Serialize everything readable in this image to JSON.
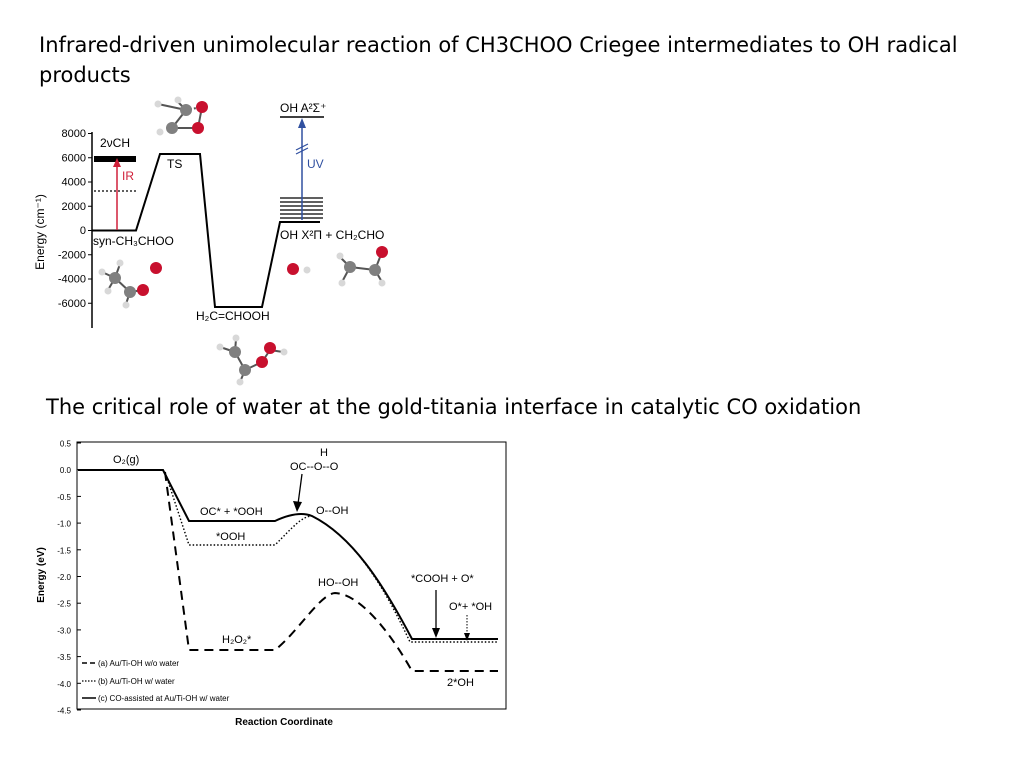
{
  "slide": {
    "title_top": "Infrared-driven unimolecular reaction of CH3CHOO Criegee intermediates to OH radical products",
    "title_bottom": "The critical role of water at the gold-titania interface in catalytic CO oxidation"
  },
  "figure_top": {
    "y_axis_label": "Energy (cm⁻¹)",
    "y_ticks": [
      "8000",
      "6000",
      "4000",
      "2000",
      "0",
      "-2000",
      "-4000",
      "-6000"
    ],
    "labels": {
      "overtone": "2νCH",
      "ir": "IR",
      "ts": "TS",
      "reactant": "syn-CH₃CHOO",
      "intermediate": "H₂C=CHOOH",
      "oh_a": "OH A²Σ⁺",
      "uv": "UV",
      "products": "OH X²Π + CH₂CHO"
    },
    "colors": {
      "ir_arrow": "#d0203a",
      "uv_arrow": "#3050a0",
      "atom_o": "#c8102e",
      "atom_c": "#808080",
      "atom_h": "#d8d8d8"
    }
  },
  "figure_bottom": {
    "y_axis_label": "Energy (eV)",
    "x_axis_label": "Reaction Coordinate",
    "y_ticks": [
      "0.5",
      "0.0",
      "-0.5",
      "-1.0",
      "-1.5",
      "-2.0",
      "-2.5",
      "-3.0",
      "-3.5",
      "-4.0",
      "-4.5"
    ],
    "annotations": {
      "o2g": "O₂(g)",
      "h": "H",
      "oc_o_o": "OC--O--O",
      "oc_ooh": "OC* + *OOH",
      "ooh": "*OOH",
      "o_oh": "O--OH",
      "ho_oh": "HO--OH",
      "h2o2": "H₂O₂*",
      "cooh_o": "*COOH + O*",
      "o_oh_star": "O*+ *OH",
      "two_oh": "2*OH"
    },
    "legend": [
      {
        "style": "dashed",
        "label": "(a) Au/Ti-OH w/o water"
      },
      {
        "style": "dotted",
        "label": "(b) Au/Ti-OH w/ water"
      },
      {
        "style": "solid",
        "label": "(c) CO-assisted at Au/Ti-OH w/ water"
      }
    ]
  }
}
